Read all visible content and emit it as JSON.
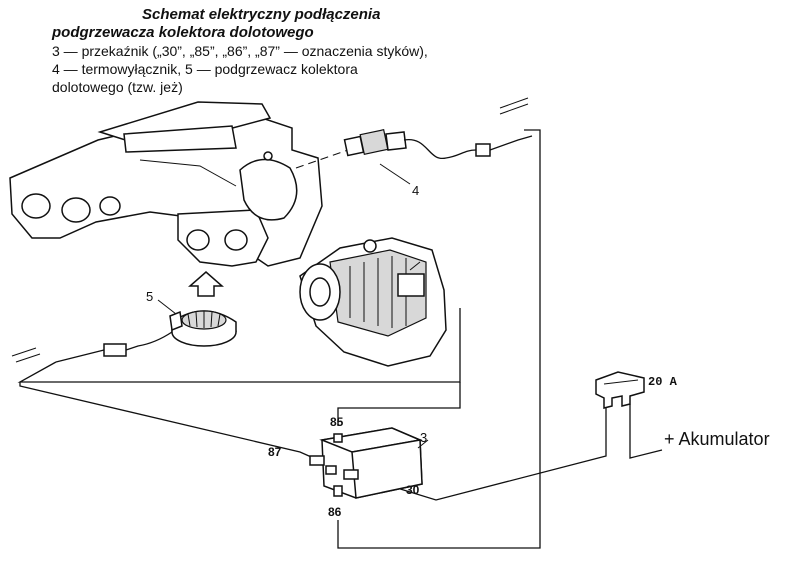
{
  "caption": {
    "title_line1": "Schemat elektryczny podłączenia",
    "title_line2": "podgrzewacza kolektora dolotowego",
    "legend_line1": "3 — przekaźnik („30”, „85”, „86”, „87” — oznaczenia styków),",
    "legend_line2": "4 — termowyłącznik, 5 — podgrzewacz kolektora",
    "legend_line3": "dolotowego (tzw. jeż)"
  },
  "labels": {
    "thermo_switch": "4",
    "heater": "5",
    "relay": "3"
  },
  "relay_pins": {
    "p85": "85",
    "p87": "87",
    "p30": "30",
    "p86": "86"
  },
  "fuse": {
    "rating": "20 A"
  },
  "battery": {
    "label": "+ Akumulator"
  }
}
